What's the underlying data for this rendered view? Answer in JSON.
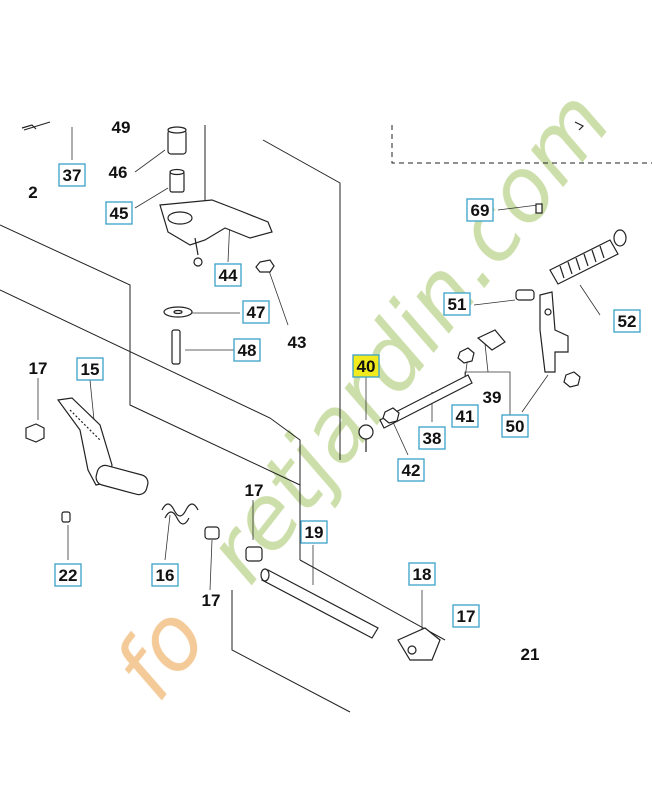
{
  "watermark": {
    "text_orange": "fo",
    "text_green": "retjardin.com",
    "color_green": "#c7dba0",
    "color_orange": "#f2c48d"
  },
  "diagram": {
    "box_stroke_color": "#3aa0c8",
    "highlight_color": "#f0ea1e",
    "callouts": [
      {
        "id": "37",
        "label": "37",
        "boxed": true
      },
      {
        "id": "2",
        "label": "2",
        "boxed": false
      },
      {
        "id": "49",
        "label": "49",
        "boxed": false
      },
      {
        "id": "46",
        "label": "46",
        "boxed": false
      },
      {
        "id": "45",
        "label": "45",
        "boxed": true
      },
      {
        "id": "44",
        "label": "44",
        "boxed": true
      },
      {
        "id": "43",
        "label": "43",
        "boxed": false
      },
      {
        "id": "47",
        "label": "47",
        "boxed": true
      },
      {
        "id": "48",
        "label": "48",
        "boxed": true
      },
      {
        "id": "69",
        "label": "69",
        "boxed": true
      },
      {
        "id": "51",
        "label": "51",
        "boxed": true
      },
      {
        "id": "52",
        "label": "52",
        "boxed": true
      },
      {
        "id": "40",
        "label": "40",
        "boxed": true,
        "highlighted": true
      },
      {
        "id": "39",
        "label": "39",
        "boxed": false
      },
      {
        "id": "41",
        "label": "41",
        "boxed": true
      },
      {
        "id": "50",
        "label": "50",
        "boxed": true
      },
      {
        "id": "38",
        "label": "38",
        "boxed": true
      },
      {
        "id": "42",
        "label": "42",
        "boxed": true
      },
      {
        "id": "17a",
        "label": "17",
        "boxed": false
      },
      {
        "id": "15",
        "label": "15",
        "boxed": true
      },
      {
        "id": "17b",
        "label": "17",
        "boxed": false
      },
      {
        "id": "19",
        "label": "19",
        "boxed": true
      },
      {
        "id": "22",
        "label": "22",
        "boxed": true
      },
      {
        "id": "16",
        "label": "16",
        "boxed": true
      },
      {
        "id": "17c",
        "label": "17",
        "boxed": false
      },
      {
        "id": "18",
        "label": "18",
        "boxed": true
      },
      {
        "id": "17d",
        "label": "17",
        "boxed": true
      },
      {
        "id": "21",
        "label": "21",
        "boxed": false
      }
    ]
  }
}
